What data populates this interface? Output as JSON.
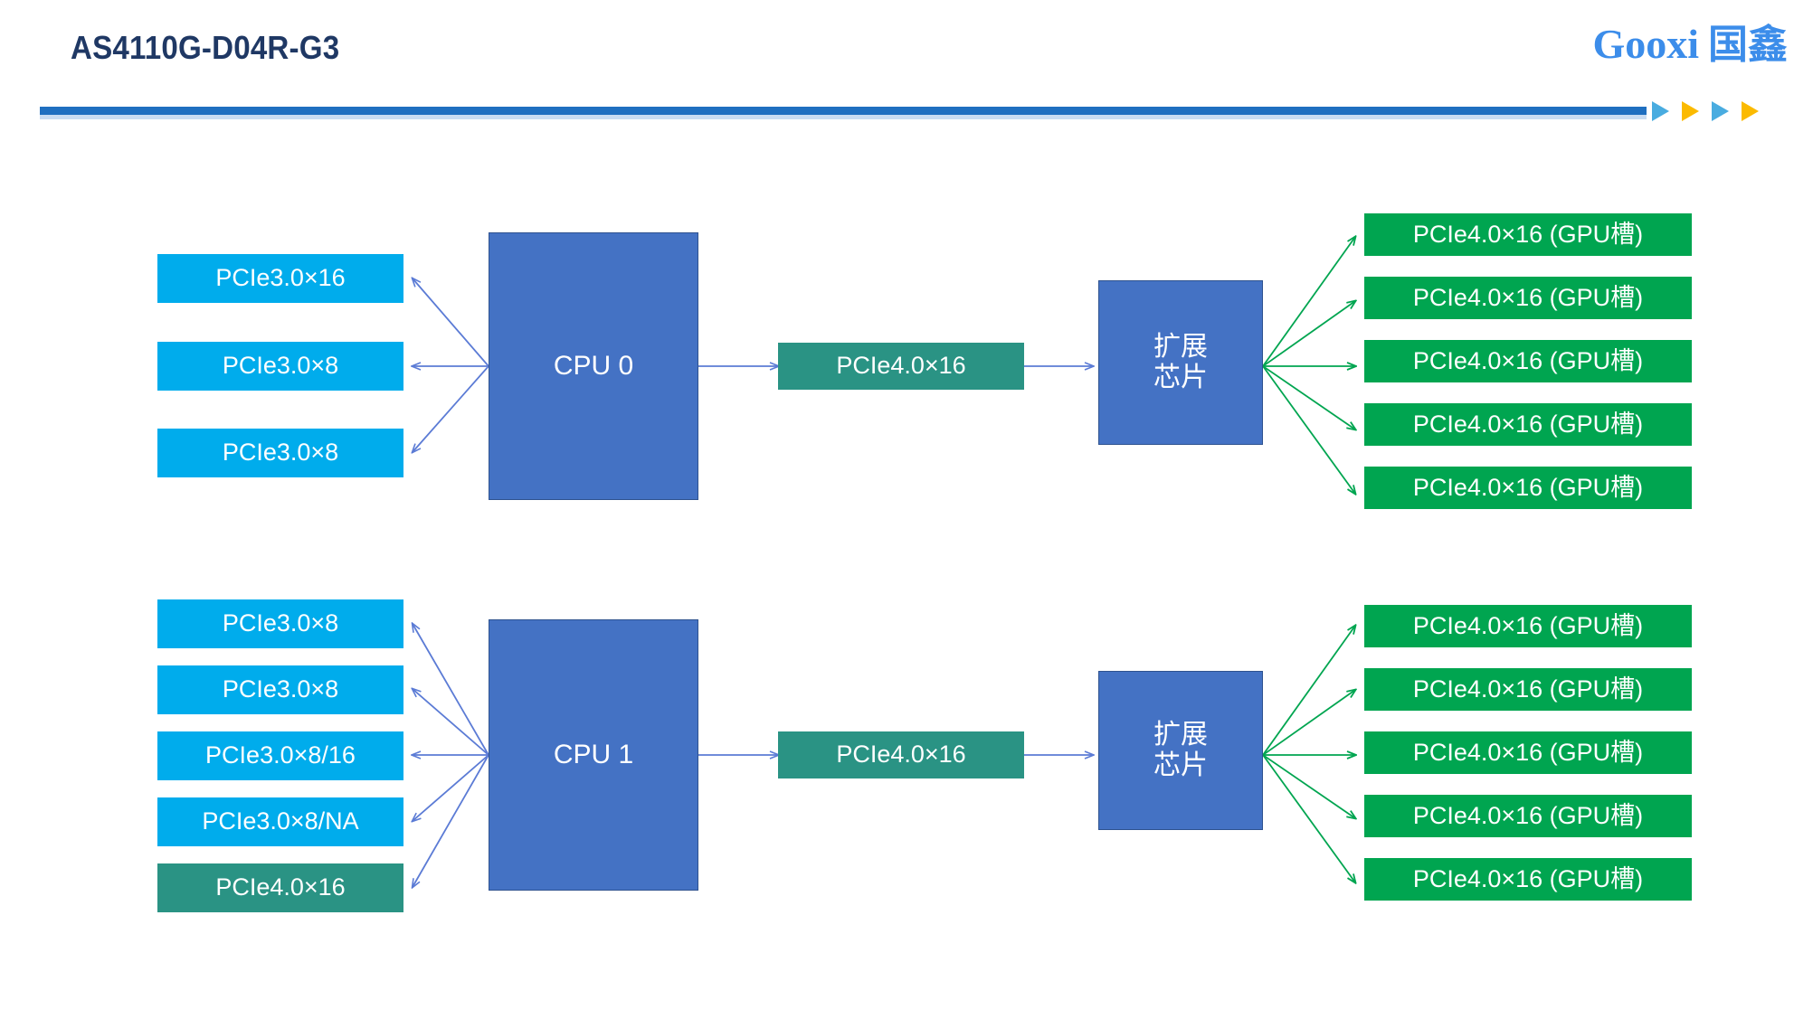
{
  "header": {
    "title": "AS4110G-D04R-G3",
    "brand_latin": "Gooxi",
    "brand_cjk": "国鑫",
    "rule_color": "#1F6FC0",
    "title_color": "#1F3864",
    "brand_color": "#3C8DEA",
    "arrow_colors": [
      "#49ACE0",
      "#FBBA00",
      "#49ACE0",
      "#FBBA00"
    ]
  },
  "palette": {
    "cyan": "#00ACEC",
    "teal": "#2A9384",
    "green": "#00A550",
    "cpu_blue": "#4472C4",
    "blue_arrow": "#5B7BD5",
    "green_arrow": "#00A550"
  },
  "diagram": {
    "type": "block-diagram",
    "groups": [
      {
        "id": "cpu0-group",
        "cpu": {
          "label": "CPU 0"
        },
        "left_slots": [
          {
            "label": "PCIe3.0×16",
            "color": "cyan"
          },
          {
            "label": "PCIe3.0×8",
            "color": "cyan"
          },
          {
            "label": "PCIe3.0×8",
            "color": "cyan"
          }
        ],
        "uplink": {
          "label": "PCIe4.0×16",
          "color": "teal"
        },
        "chip": {
          "line1": "扩展",
          "line2": "芯片"
        },
        "gpu_slots": [
          {
            "label": "PCIe4.0×16 (GPU槽)"
          },
          {
            "label": "PCIe4.0×16 (GPU槽)"
          },
          {
            "label": "PCIe4.0×16 (GPU槽)"
          },
          {
            "label": "PCIe4.0×16 (GPU槽)"
          },
          {
            "label": "PCIe4.0×16 (GPU槽)"
          }
        ]
      },
      {
        "id": "cpu1-group",
        "cpu": {
          "label": "CPU 1"
        },
        "left_slots": [
          {
            "label": "PCIe3.0×8",
            "color": "cyan"
          },
          {
            "label": "PCIe3.0×8",
            "color": "cyan"
          },
          {
            "label": "PCIe3.0×8/16",
            "color": "cyan"
          },
          {
            "label": "PCIe3.0×8/NA",
            "color": "cyan"
          },
          {
            "label": "PCIe4.0×16",
            "color": "teal"
          }
        ],
        "uplink": {
          "label": "PCIe4.0×16",
          "color": "teal"
        },
        "chip": {
          "line1": "扩展",
          "line2": "芯片"
        },
        "gpu_slots": [
          {
            "label": "PCIe4.0×16 (GPU槽)"
          },
          {
            "label": "PCIe4.0×16 (GPU槽)"
          },
          {
            "label": "PCIe4.0×16 (GPU槽)"
          },
          {
            "label": "PCIe4.0×16 (GPU槽)"
          },
          {
            "label": "PCIe4.0×16 (GPU槽)"
          }
        ]
      }
    ]
  }
}
